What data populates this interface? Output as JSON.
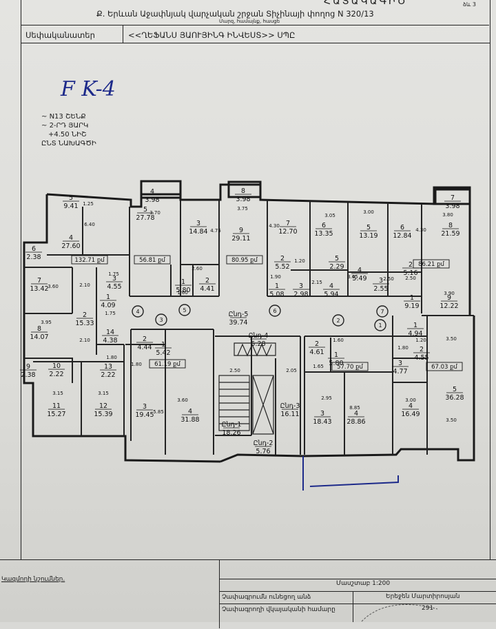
{
  "header": {
    "top_title": "ՀԱՏԱԿԱԳԻԾ",
    "page_no": "ձև 3",
    "address": "Ք. Երևան Աջափնյակ  վարչական շրջան Տիչինայի փողոց N 320/13",
    "address_hint": "Մարզ, համայնք, հասցե",
    "owner_label": "Սեփականատեր",
    "owner_value": "<<ՂԵՖԱՆՍ ՅԱՈՒՅԻՆԳ ԻՆՎԵՍՏ>> ՍՊԸ"
  },
  "handwritten_mark": "F  K-4",
  "legend": {
    "line1": "N13 ՇԵՆՔ",
    "line2": "2-ՐԴ ՅԱՐԿ",
    "line3": "+4.50 ՆԻՇ",
    "line4": "ԸՆՏ ՆԱԽԱԳԾԻ"
  },
  "rooms": [
    {
      "n": "4",
      "a": "3.98"
    },
    {
      "n": "5",
      "a": "9.41"
    },
    {
      "n": "4",
      "a": "27.60"
    },
    {
      "n": "6",
      "a": "2.38"
    },
    {
      "n": "7",
      "a": "13.42"
    },
    {
      "n": "8",
      "a": "14.07"
    },
    {
      "n": "9",
      "a": "2.38"
    },
    {
      "n": "10",
      "a": "2.22"
    },
    {
      "n": "11",
      "a": "15.27"
    },
    {
      "n": "12",
      "a": "15.39"
    },
    {
      "n": "13",
      "a": "2.22"
    },
    {
      "n": "14",
      "a": "4.38"
    },
    {
      "n": "2",
      "a": "15.33"
    },
    {
      "n": "3",
      "a": "4.55"
    },
    {
      "n": "1",
      "a": "4.09"
    },
    {
      "n": "5",
      "a": "27.78"
    },
    {
      "n": "3",
      "a": "14.84"
    },
    {
      "n": "1",
      "a": "5.80"
    },
    {
      "n": "2",
      "a": "4.41"
    },
    {
      "n": "2",
      "a": "4.44"
    },
    {
      "n": "1",
      "a": "5.42"
    },
    {
      "n": "3",
      "a": "19.45"
    },
    {
      "n": "4",
      "a": "31.88"
    },
    {
      "n": "8",
      "a": "3.98"
    },
    {
      "n": "9",
      "a": "29.11"
    },
    {
      "n": "7",
      "a": "12.70"
    },
    {
      "n": "6",
      "a": "13.35"
    },
    {
      "n": "2",
      "a": "5.52"
    },
    {
      "n": "1",
      "a": "5.08"
    },
    {
      "n": "3",
      "a": "2.98"
    },
    {
      "n": "4",
      "a": "5.94"
    },
    {
      "n": "5",
      "a": "2.29"
    },
    {
      "n": "5",
      "a": "13.19"
    },
    {
      "n": "6",
      "a": "12.84"
    },
    {
      "n": "7",
      "a": "3.98"
    },
    {
      "n": "8",
      "a": "21.59"
    },
    {
      "n": "4",
      "a": "5.49"
    },
    {
      "n": "2",
      "a": "5.16"
    },
    {
      "n": "3",
      "a": "2.55"
    },
    {
      "n": "1",
      "a": "9.19"
    },
    {
      "n": "9",
      "a": "12.22"
    },
    {
      "n": "1",
      "a": "4.94"
    },
    {
      "n": "2",
      "a": "4.55"
    },
    {
      "n": "3",
      "a": "4.77"
    },
    {
      "n": "5",
      "a": "36.28"
    },
    {
      "n": "4",
      "a": "16.49"
    },
    {
      "n": "2",
      "a": "4.61"
    },
    {
      "n": "1",
      "a": "5.80"
    },
    {
      "n": "3",
      "a": "18.43"
    },
    {
      "n": "4",
      "a": "28.86"
    }
  ],
  "commons": [
    {
      "n": "Ընդ-5",
      "a": "39.74"
    },
    {
      "n": "Ընդ-4",
      "a": "5.28"
    },
    {
      "n": "Ընդ-3",
      "a": "16.11"
    },
    {
      "n": "Ընդ-1",
      "a": "18.26"
    },
    {
      "n": "Ընդ-2",
      "a": "5.76"
    }
  ],
  "apartments": [
    "132.71 քմ",
    "56.81 քմ",
    "80.95 քմ",
    "86.21 քմ",
    "61.19 քմ",
    "57.70 քմ",
    "67.03 քմ"
  ],
  "circles": [
    "4",
    "3",
    "5",
    "6",
    "2",
    "7",
    "1"
  ],
  "dims": [
    "6.40",
    "3.70",
    "3.75",
    "3.05",
    "3.00",
    "3.80",
    "3.90",
    "3.95",
    "3.15",
    "3.15",
    "3.60",
    "2.95",
    "3.00",
    "3.50",
    "3.50",
    "2.10",
    "2.10",
    "1.75",
    "1.75",
    "1.60",
    "1.80",
    "1.80",
    "2.50",
    "2.05",
    "1.60",
    "1.65",
    "1.20",
    "1.80",
    "4.75",
    "4.30",
    "4.30",
    "5.85",
    "8.85",
    "1.25",
    "1.20",
    "3.60",
    "2.50",
    "1.90",
    "2.60",
    "2.15",
    "3.05",
    "2.50"
  ],
  "footer": {
    "drafted_by": "Կազմողի նշումներ.",
    "scale": "Մասշտաբ 1:200",
    "measured_label": "Չափագրումն ունեցող անձ",
    "measured_value": "Երեջեն Մարտիրոսյան",
    "license_label": "Չափագրողի վկայականի համարը",
    "license_value": "291"
  }
}
